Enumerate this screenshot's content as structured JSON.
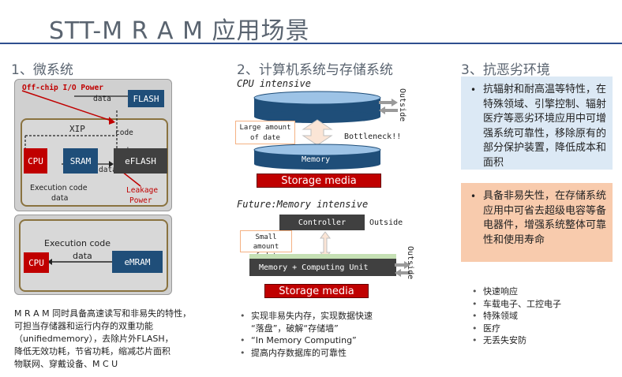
{
  "page": {
    "title": "STT-M R A M 应用场景"
  },
  "section1": {
    "heading": "1、微系统",
    "top": {
      "offchip_label": "Off-chip I/O Power",
      "data_top": "data",
      "flash": "FLASH",
      "xip": "XIP",
      "code1": "code",
      "code2": "code",
      "data_mid": "data",
      "cpu": "CPU",
      "sram": "SRAM",
      "eflash": "eFLASH",
      "exec_line1": "Execution code",
      "exec_line2": "data",
      "leakage_line1": "Leakage",
      "leakage_line2": "Power"
    },
    "bottom": {
      "exec_line1": "Execution code",
      "exec_line2": "data",
      "cpu": "CPU",
      "emram": "eMRAM"
    },
    "notes": [
      "M R A M 同时具备高速读写和非易失的特性，",
      "可担当存储器和运行内存的双重功能",
      "（unifiedmemory），去除片外FLASH，",
      "降低无效功耗，节省功耗，缩减芯片面积",
      "物联网、穿戴设备、M C U"
    ]
  },
  "section2": {
    "heading": "2、计算机系统与存储系统",
    "cpu_intensive": "CPU intensive",
    "outside_top": "Outside",
    "large_line1": "Large amount",
    "large_line2": "of date",
    "bottleneck": "Bottleneck!!",
    "memory": "Memory",
    "storage1": "Storage media",
    "future": "Future:Memory intensive",
    "controller": "Controller",
    "outside_mid": "Outside",
    "small_line1": "Small amount",
    "small_line2": "of date",
    "mem_compute": "Memory + Computing Unit",
    "outside_bot": "Outside",
    "storage2": "Storage media",
    "bullets": [
      "实现非易失内存，实现数据快速",
      "“落盘”，破解“存储墙”",
      "“In Memory Computing”",
      "提高内存数据库的可靠性"
    ]
  },
  "section3": {
    "heading": "3、抗恶劣环境",
    "panel1": "抗辐射和耐高温等特性，在特殊领域、引擎控制、辐射医疗等恶劣环境应用中可增强系统可靠性，移除原有的部分保护装置，降低成本和面积",
    "panel2": "具备非易失性，在存储系统应用中可省去超级电容等备电器件，增强系统整体可靠性和使用寿命",
    "list": [
      "快速响应",
      "车载电子、工控电子",
      "特殊领域",
      "医疗",
      "无丢失安防"
    ]
  },
  "colors": {
    "red": "#c00000",
    "navy": "#1f4e79",
    "panel_blue": "#dce9f5",
    "panel_orange": "#f8cbad",
    "title_rule": "#2f4f8f"
  }
}
